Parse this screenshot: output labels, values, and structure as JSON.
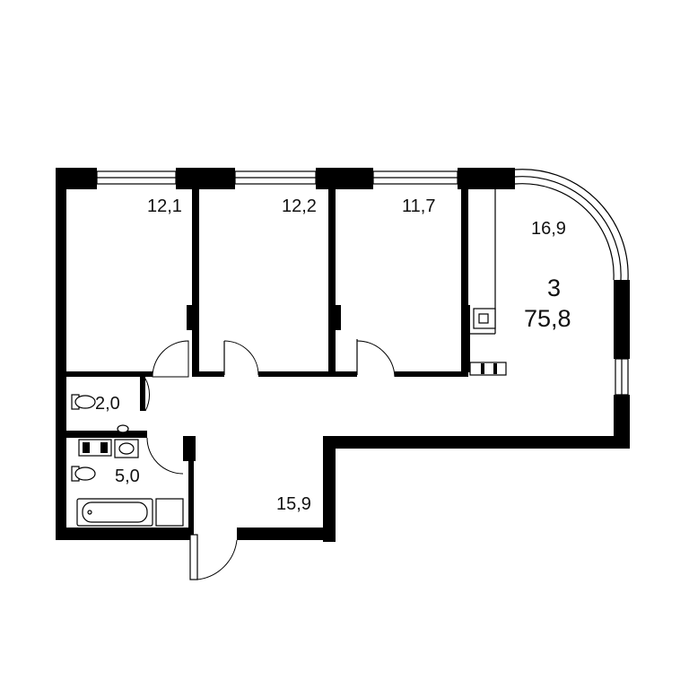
{
  "plan": {
    "rooms_count": "3",
    "total_area": "75,8",
    "rooms": [
      {
        "id": "room-1",
        "area": "12,1"
      },
      {
        "id": "room-2",
        "area": "12,2"
      },
      {
        "id": "room-3",
        "area": "11,7"
      },
      {
        "id": "living-room",
        "area": "16,9"
      },
      {
        "id": "toilet",
        "area": "2,0"
      },
      {
        "id": "bathroom",
        "area": "5,0"
      },
      {
        "id": "hallway",
        "area": "15,9"
      }
    ]
  },
  "colors": {
    "walls": "#000000",
    "background": "#ffffff"
  }
}
